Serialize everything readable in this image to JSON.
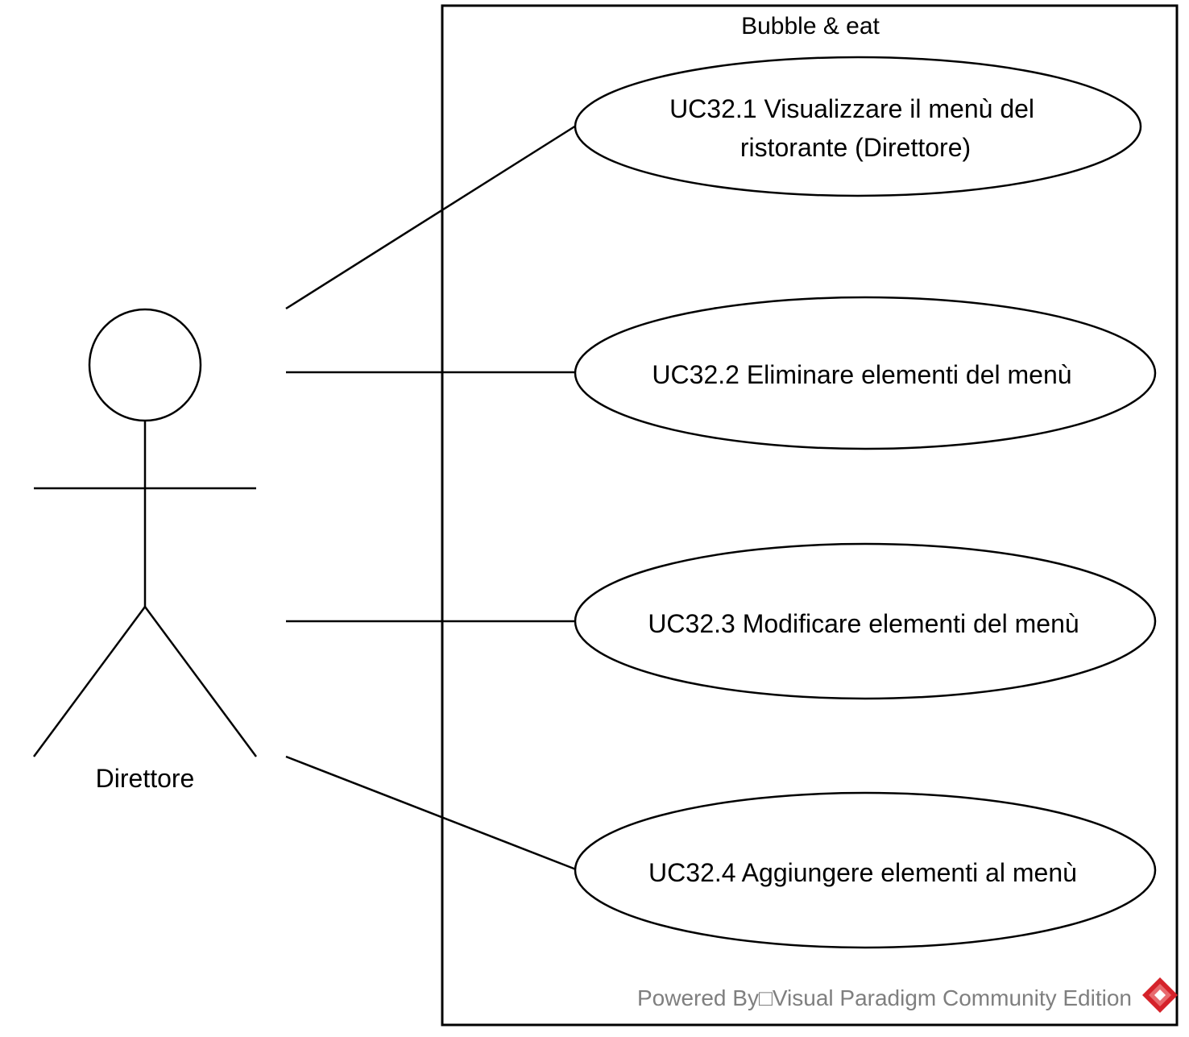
{
  "system": {
    "title": "Bubble & eat"
  },
  "actor": {
    "name": "Direttore"
  },
  "use_cases": [
    {
      "lines": [
        "UC32.1 Visualizzare il menù del",
        "ristorante (Direttore)"
      ]
    },
    {
      "lines": [
        "UC32.2 Eliminare elementi del menù"
      ]
    },
    {
      "lines": [
        "UC32.3 Modificare elementi del menù"
      ]
    },
    {
      "lines": [
        "UC32.4 Aggiungere elementi al menù"
      ]
    }
  ],
  "watermark": {
    "text": "Powered By□Visual Paradigm Community Edition",
    "logo_icon": "visual-paradigm-logo-icon",
    "logo_color": "#d5222a"
  },
  "colors": {
    "stroke": "#000000",
    "background": "#ffffff",
    "watermark_text": "#7f7f7f"
  }
}
